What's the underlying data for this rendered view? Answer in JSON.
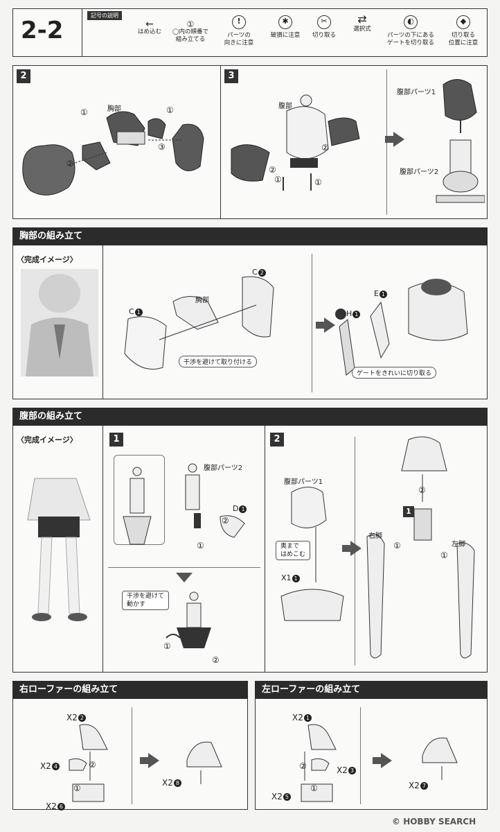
{
  "page": {
    "step_id": "2-2",
    "legend_title": "記号の説明",
    "legend_items": [
      {
        "label": "はめ込む",
        "icon": "insert-arrow-icon"
      },
      {
        "symbol": "①",
        "label": "◯内の順番で\n組み立てる",
        "icon": "order-number-icon"
      },
      {
        "symbol": "!",
        "label": "パーツの\n向きに注意",
        "icon": "exclamation-icon"
      },
      {
        "label": "破損に注意",
        "icon": "breakage-warning-icon"
      },
      {
        "label": "切り取る",
        "icon": "cut-icon"
      },
      {
        "label": "選択式",
        "icon": "choice-arrows-icon"
      },
      {
        "label": "パーツの下にある\nゲートを切り取る",
        "icon": "gate-cut-icon"
      },
      {
        "label": "切り取る\n位置に注意",
        "icon": "cut-position-icon"
      }
    ]
  },
  "panel_top": {
    "step2": {
      "num": "2",
      "label_chest": "胸部",
      "c1": "①",
      "c2": "②",
      "c3": "③"
    },
    "step3": {
      "num": "3",
      "label_waist": "腹部",
      "label_part1": "腹部パーツ1",
      "label_part2": "腹部パーツ2",
      "c1": "①",
      "c2": "②"
    }
  },
  "chest": {
    "title": "胸部の組み立て",
    "complete_label": "〈完成イメージ〉",
    "label_chest": "胸部",
    "part_c1": "C",
    "part_c1_num": "1",
    "part_c2": "C",
    "part_c2_num": "2",
    "part_e1": "E",
    "part_e1_num": "1",
    "part_h1": "H",
    "part_h1_num": "1",
    "note_interference": "干渉を避けて取り付ける",
    "note_gate": "ゲートをきれいに切り取る"
  },
  "waist": {
    "title": "腹部の組み立て",
    "complete_label": "〈完成イメージ〉",
    "step1": {
      "num": "1",
      "label_part2": "腹部パーツ2",
      "part_d": "D",
      "part_d_num": "1",
      "c1": "①",
      "c2": "②",
      "note": "干渉を避けて\n動かす"
    },
    "step2": {
      "num": "2",
      "label_part1": "腹部パーツ1",
      "note_insert": "奥まで\nはめこむ",
      "qty": "X1",
      "qty_num": "1",
      "right_leg": "右脚",
      "left_leg": "左脚",
      "c1": "①",
      "c2": "②",
      "sub_num": "1"
    }
  },
  "loafer_right": {
    "title": "右ローファーの組み立て",
    "items": [
      {
        "qty": "X2",
        "num": "2"
      },
      {
        "qty": "X2",
        "num": "4"
      },
      {
        "qty": "X2",
        "num": "6"
      },
      {
        "qty": "X2",
        "num": "8"
      }
    ],
    "c1": "①",
    "c2": "②"
  },
  "loafer_left": {
    "title": "左ローファーの組み立て",
    "items": [
      {
        "qty": "X2",
        "num": "1"
      },
      {
        "qty": "X2",
        "num": "3"
      },
      {
        "qty": "X2",
        "num": "5"
      },
      {
        "qty": "X2",
        "num": "7"
      }
    ],
    "c1": "①",
    "c2": "②"
  },
  "watermark": "HOBBY SEARCH"
}
